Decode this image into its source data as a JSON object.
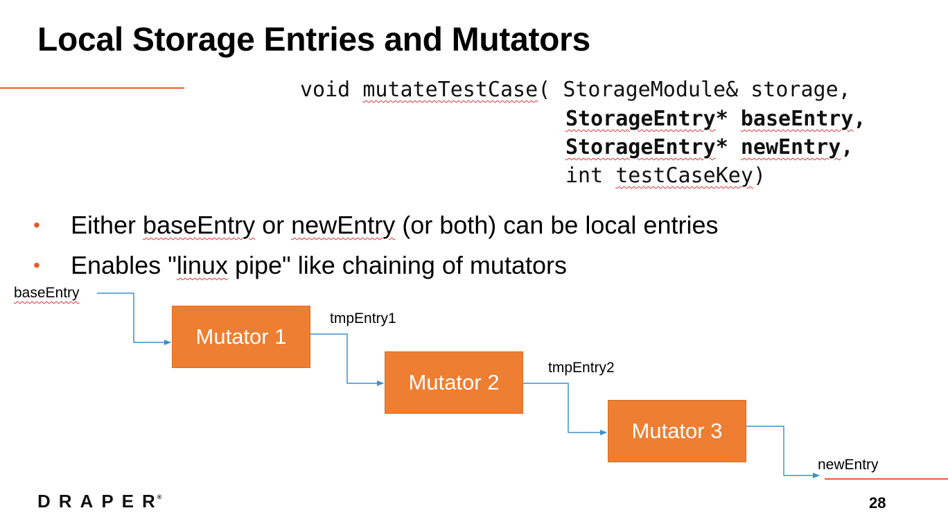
{
  "slide": {
    "title": "Local Storage Entries and Mutators",
    "page_number": "28",
    "brand": "DRAPER",
    "registered_mark": "®",
    "accent_color": "#ea5a2e",
    "box_color": "#ee7e32"
  },
  "code": {
    "line1_prefix": "void ",
    "line1_func": "mutateTestCase",
    "line1_paren": "( ",
    "line1_type": "StorageModule",
    "line1_suffix": "& storage,",
    "line2_type": "StorageEntry",
    "line2_mid": "* ",
    "line2_name": "baseEntry",
    "line2_comma": ",",
    "line3_type": "StorageEntry",
    "line3_mid": "* ",
    "line3_name": "newEntry",
    "line3_comma": ",",
    "line4_prefix": "int ",
    "line4_name": "testCaseKey",
    "line4_suffix": ")"
  },
  "bullets": {
    "marker": "•",
    "b1_pre": "Either ",
    "b1_a": "baseEntry",
    "b1_mid": " or ",
    "b1_b": "newEntry",
    "b1_post": " (or both) can be local entries",
    "b2_pre": "Enables \"",
    "b2_a": "linux",
    "b2_post": " pipe\" like chaining of mutators"
  },
  "diagram": {
    "input_label": "baseEntry",
    "tmp1_label": "tmpEntry1",
    "tmp2_label": "tmpEntry2",
    "output_label": "newEntry",
    "boxes": [
      "Mutator 1",
      "Mutator 2",
      "Mutator 3"
    ],
    "arrow_color": "#3a8fd1"
  }
}
